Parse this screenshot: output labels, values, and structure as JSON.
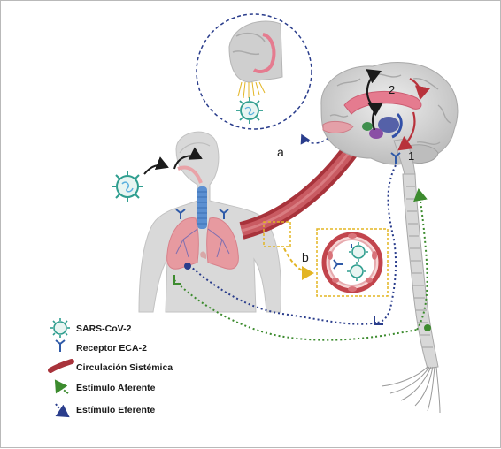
{
  "labels": {
    "a": "a",
    "b": "b",
    "n1": "1",
    "n2": "2"
  },
  "legend": {
    "virus": "SARS-CoV-2",
    "receptor": "Receptor ECA-2",
    "circulation": "Circulación Sistémica",
    "afferent": "Estímulo Aferente",
    "efferent": "Estímulo Eferente"
  },
  "colors": {
    "virus": "#2f9e8f",
    "receptor": "#2f5aa8",
    "circulation": "#a8333b",
    "afferent": "#3c8b2e",
    "efferent": "#2a3d8c",
    "inset_border": "#e3b524",
    "brain_pink": "#e57b8f",
    "lung": "#e79aa0",
    "trachea": "#5b8fd1"
  },
  "icons": [
    "virus-icon",
    "receptor-icon",
    "vessel-icon",
    "afferent-arrow-icon",
    "efferent-arrow-icon"
  ]
}
